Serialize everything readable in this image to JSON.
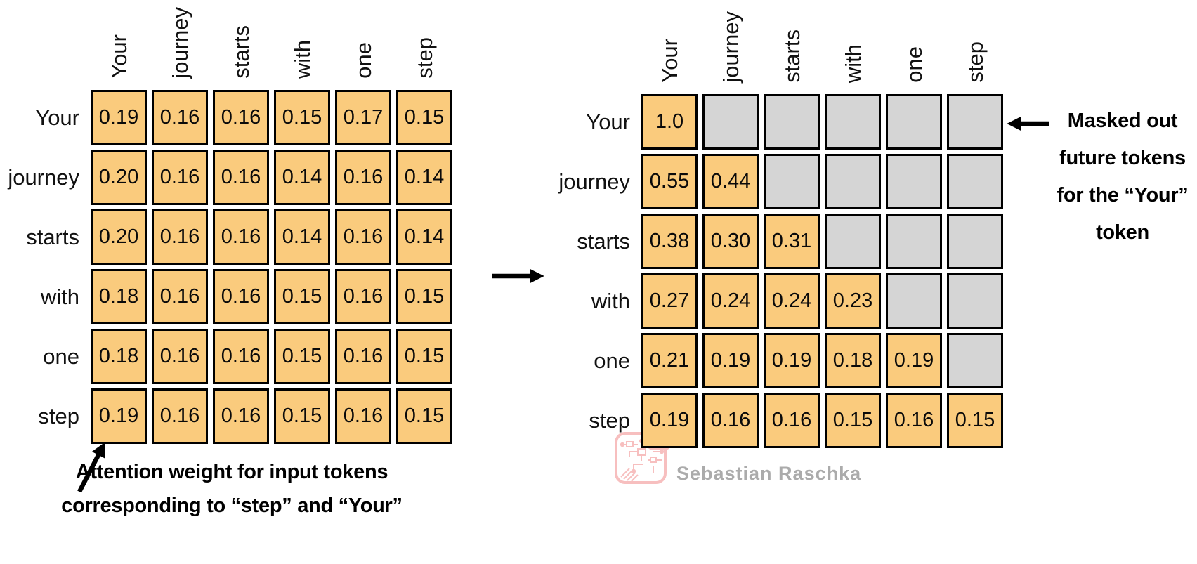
{
  "colors": {
    "cell_fill": "#FACB7D",
    "masked_fill": "#D5D5D5",
    "cell_border": "#000000",
    "arrow": "#000000",
    "watermark_text": "#ABABAB",
    "stamp": "#F08080",
    "background": "#FFFFFF"
  },
  "left_matrix": {
    "col_headers": [
      "Your",
      "journey",
      "starts",
      "with",
      "one",
      "step"
    ],
    "row_headers": [
      "Your",
      "journey",
      "starts",
      "with",
      "one",
      "step"
    ],
    "values": [
      [
        "0.19",
        "0.16",
        "0.16",
        "0.15",
        "0.17",
        "0.15"
      ],
      [
        "0.20",
        "0.16",
        "0.16",
        "0.14",
        "0.16",
        "0.14"
      ],
      [
        "0.20",
        "0.16",
        "0.16",
        "0.14",
        "0.16",
        "0.14"
      ],
      [
        "0.18",
        "0.16",
        "0.16",
        "0.15",
        "0.16",
        "0.15"
      ],
      [
        "0.18",
        "0.16",
        "0.16",
        "0.15",
        "0.16",
        "0.15"
      ],
      [
        "0.19",
        "0.16",
        "0.16",
        "0.15",
        "0.16",
        "0.15"
      ]
    ]
  },
  "right_matrix": {
    "col_headers": [
      "Your",
      "journey",
      "starts",
      "with",
      "one",
      "step"
    ],
    "row_headers": [
      "Your",
      "journey",
      "starts",
      "with",
      "one",
      "step"
    ],
    "values": [
      [
        "1.0",
        null,
        null,
        null,
        null,
        null
      ],
      [
        "0.55",
        "0.44",
        null,
        null,
        null,
        null
      ],
      [
        "0.38",
        "0.30",
        "0.31",
        null,
        null,
        null
      ],
      [
        "0.27",
        "0.24",
        "0.24",
        "0.23",
        null,
        null
      ],
      [
        "0.21",
        "0.19",
        "0.19",
        "0.18",
        "0.19",
        null
      ],
      [
        "0.19",
        "0.16",
        "0.16",
        "0.15",
        "0.16",
        "0.15"
      ]
    ]
  },
  "annotations": {
    "masked_note_lines": [
      "Masked out",
      "future tokens",
      "for the “Your”",
      "token"
    ],
    "attention_note_lines": [
      "Attention weight for input tokens",
      "corresponding to “step” and “Your”"
    ]
  },
  "watermark": {
    "text": "Sebastian Raschka"
  }
}
